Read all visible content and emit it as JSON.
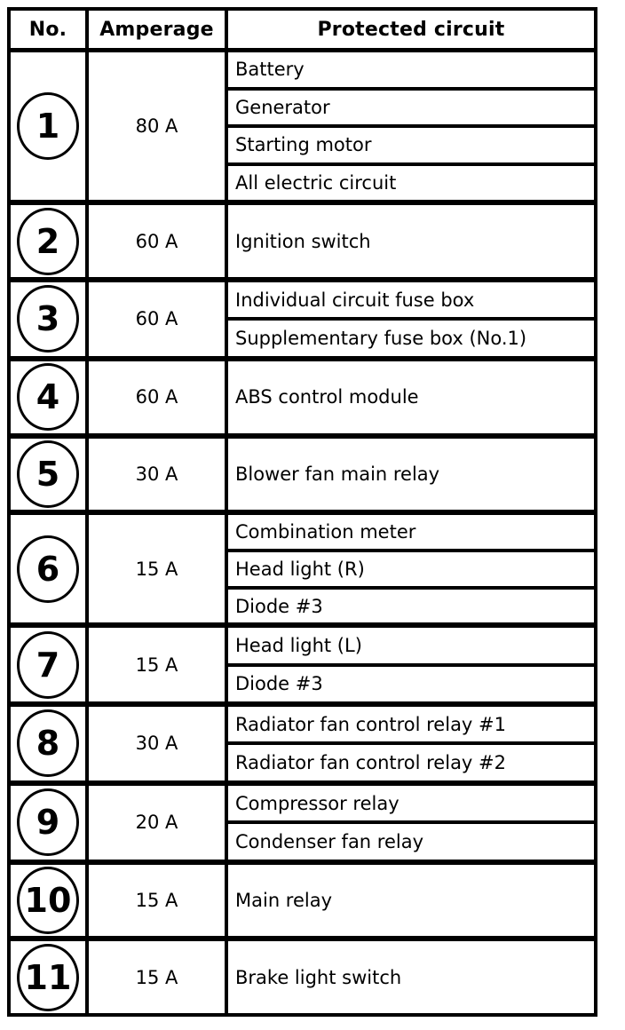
{
  "table": {
    "headers": {
      "no": "No.",
      "amperage": "Amperage",
      "circuit": "Protected circuit"
    },
    "rows": [
      {
        "no": "1",
        "amperage": "80 A",
        "circuits": [
          "Battery",
          "Generator",
          "Starting motor",
          "All electric circuit"
        ]
      },
      {
        "no": "2",
        "amperage": "60 A",
        "circuits": [
          "Ignition switch"
        ]
      },
      {
        "no": "3",
        "amperage": "60 A",
        "circuits": [
          "Individual circuit fuse box",
          "Supplementary fuse box (No.1)"
        ]
      },
      {
        "no": "4",
        "amperage": "60 A",
        "circuits": [
          "ABS control module"
        ]
      },
      {
        "no": "5",
        "amperage": "30 A",
        "circuits": [
          "Blower fan main relay"
        ]
      },
      {
        "no": "6",
        "amperage": "15 A",
        "circuits": [
          "Combination meter",
          "Head light (R)",
          "Diode #3"
        ]
      },
      {
        "no": "7",
        "amperage": "15 A",
        "circuits": [
          "Head light (L)",
          "Diode #3"
        ]
      },
      {
        "no": "8",
        "amperage": "30 A",
        "circuits": [
          "Radiator fan control relay #1",
          "Radiator fan control relay #2"
        ]
      },
      {
        "no": "9",
        "amperage": "20 A",
        "circuits": [
          "Compressor relay",
          "Condenser fan relay"
        ]
      },
      {
        "no": "10",
        "amperage": "15 A",
        "circuits": [
          "Main relay"
        ]
      },
      {
        "no": "11",
        "amperage": "15 A",
        "circuits": [
          "Brake light switch"
        ]
      }
    ],
    "colors": {
      "border": "#000000",
      "background": "#ffffff",
      "text": "#000000"
    }
  }
}
